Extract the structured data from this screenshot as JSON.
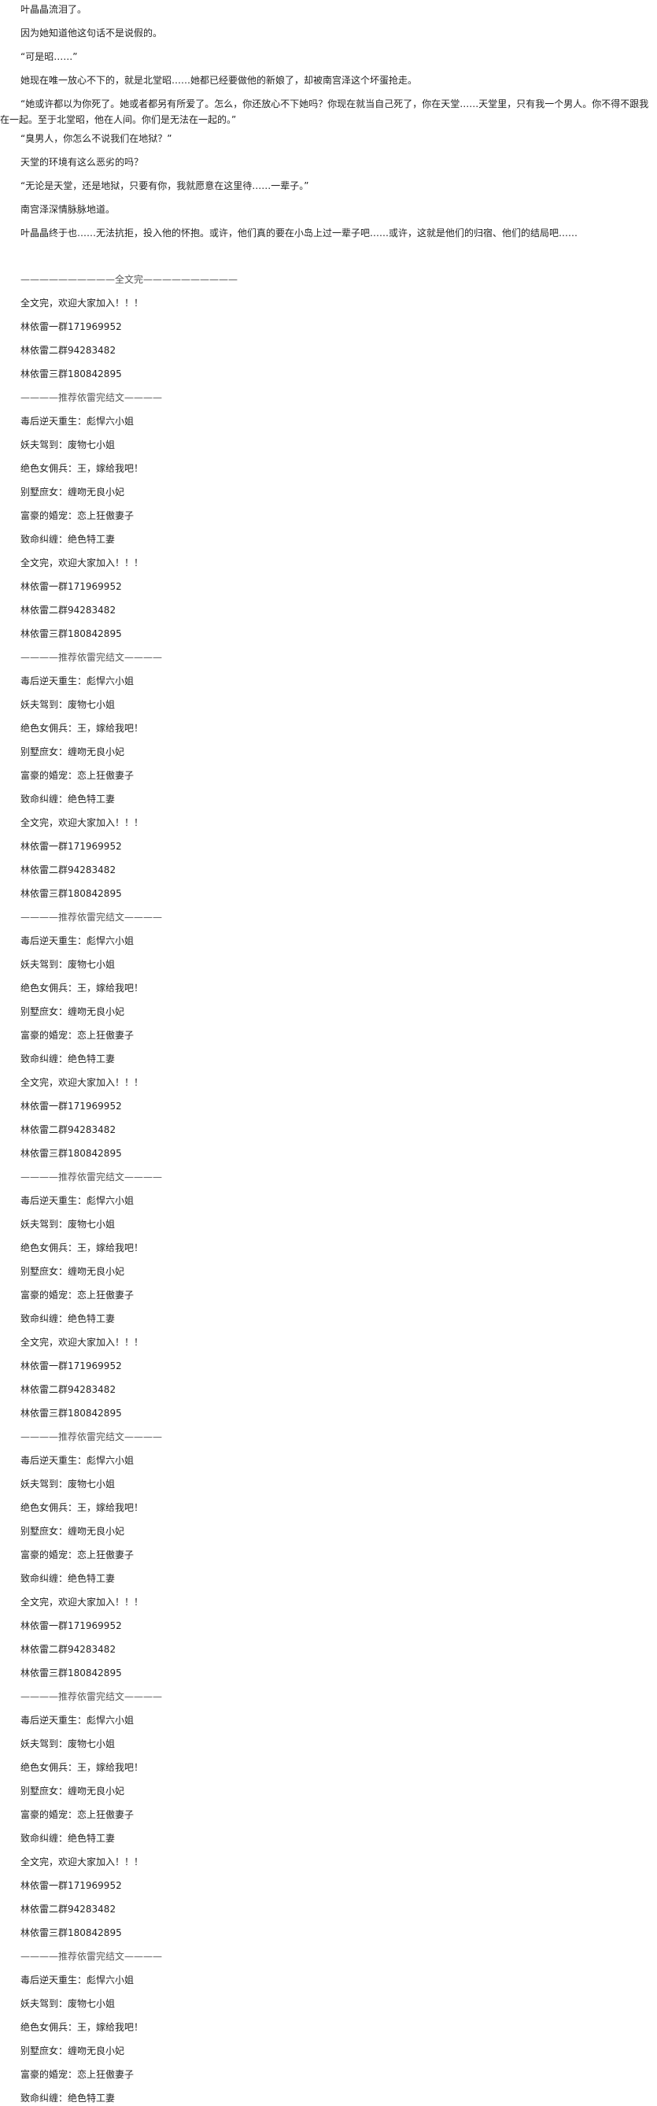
{
  "story": [
    "叶晶晶流泪了。",
    "因为她知道他这句话不是说假的。",
    "“可是昭……”",
    "她现在唯一放心不下的，就是北堂昭……她都已经要做他的新娘了，却被南宫泽这个坏蛋抢走。",
    "“她或许都以为你死了。她或者都另有所爱了。怎么，你还放心不下她吗？你现在就当自己死了，你在天堂……天堂里，只有我一个男人。你不得不跟我在一起。至于北堂昭，他在人间。你们是无法在一起的。”",
    "“臭男人，你怎么不说我们在地狱？”",
    "天堂的环境有这么恶劣的吗？",
    "“无论是天堂，还是地狱，只要有你，我就愿意在这里待……一辈子。”",
    "南宫泽深情脉脉地道。",
    "叶晶晶终于也……无法抗拒，投入他的怀抱。或许，他们真的要在小岛上过一辈子吧……或许，这就是他们的归宿、他们的结局吧……"
  ],
  "end_divider": "——————————全文完——————————",
  "welcome": "全文完，欢迎大家加入！！！",
  "groups": [
    "林依雷一群171969952",
    "林依雷二群94283482",
    "林依雷三群180842895"
  ],
  "rec_divider": "————推荐依雷完结文————",
  "books": [
    "毒后逆天重生：彪悍六小姐",
    "妖夫驾到：废物七小姐",
    "绝色女佣兵：王，嫁给我吧！",
    "别墅庶女：缠吻无良小妃",
    "富豪的婚宠：恋上狂傲妻子",
    "致命纠缠：绝色特工妻"
  ]
}
